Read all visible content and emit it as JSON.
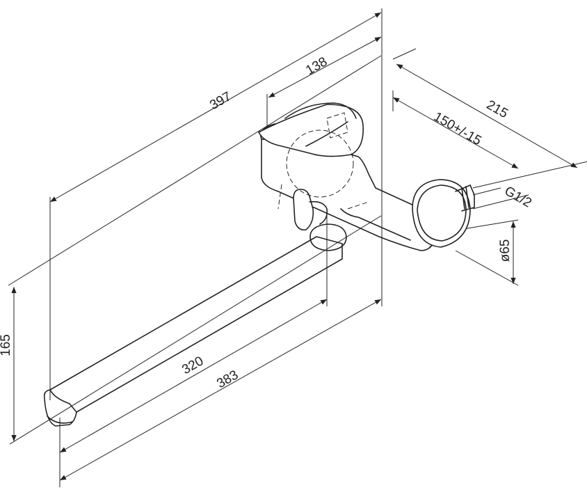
{
  "dimensions": {
    "overall_length": "397",
    "spout_to_handle": "138",
    "total_depth": "215",
    "center_distance": "150+/-15",
    "thread": "G1/2",
    "height": "165",
    "spout_reach": "320",
    "spout_length": "383",
    "flange_diameter": "ø65"
  },
  "colors": {
    "line": "#222222",
    "background": "#ffffff"
  }
}
